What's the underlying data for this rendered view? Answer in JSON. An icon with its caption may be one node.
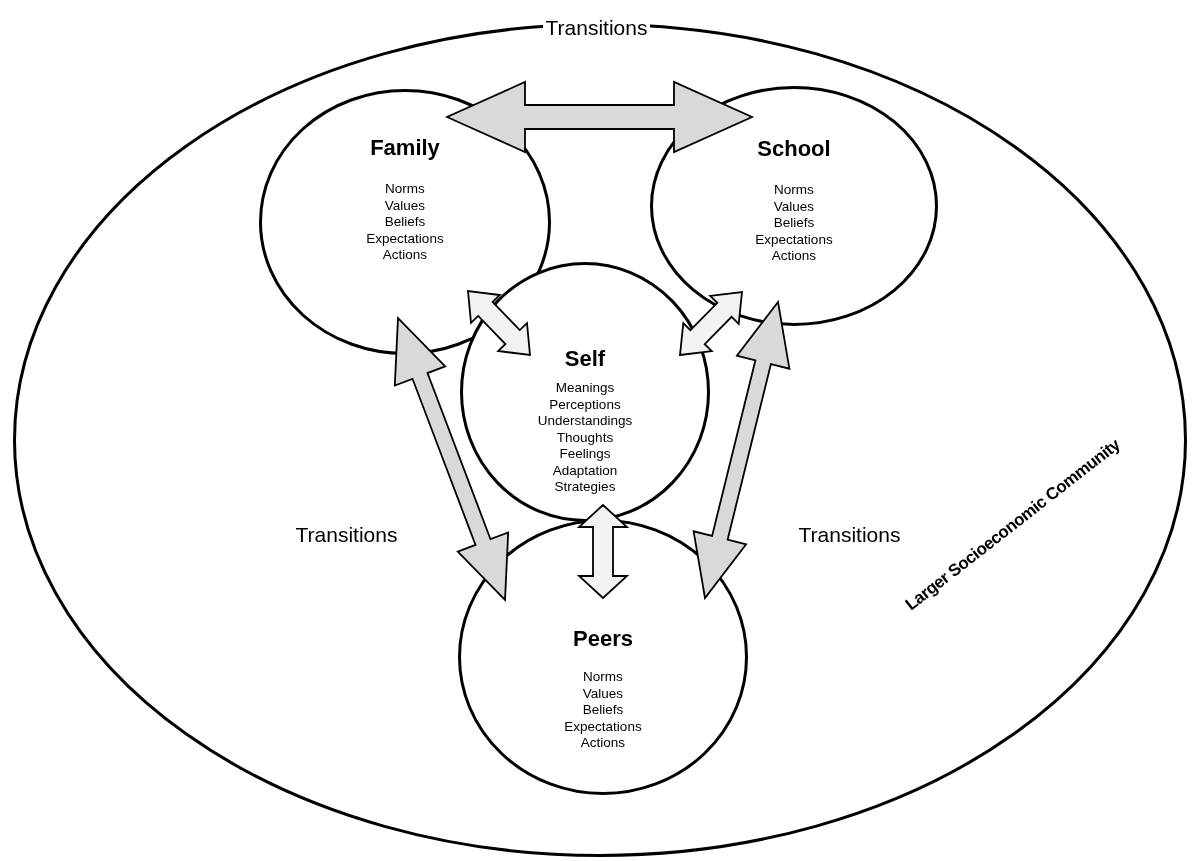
{
  "diagram": {
    "nodes": [
      {
        "text": [
          "Larger Socioeconomic Community"
        ]
      },
      {
        "text": [
          "Family",
          "Norms Values Beliefs Expectations Actions"
        ],
        "in": 0
      },
      {
        "text": [
          "School",
          "Norms Values Beliefs Expectations Actions"
        ],
        "in": 0
      },
      {
        "text": [
          "Self",
          "Meanings Perceptions Understandings Thoughts Feelings Adaptation Strategies"
        ],
        "in": 0
      },
      {
        "text": [
          "Peers",
          "Norms Values Beliefs Expectations Actions"
        ],
        "in": 0
      }
    ],
    "edges": [
      {
        "from": 1,
        "to": 2,
        "arrow": "both",
        "label": "Transitions",
        "color": "#d9d9d9"
      },
      {
        "from": 1,
        "to": 4,
        "arrow": "both",
        "label": "Transitions",
        "color": "#d9d9d9"
      },
      {
        "from": 2,
        "to": 4,
        "arrow": "both",
        "label": "Transitions",
        "color": "#d9d9d9"
      },
      {
        "from": 3,
        "to": 1,
        "arrow": "both",
        "color": "#f2f2f2"
      },
      {
        "from": 3,
        "to": 2,
        "arrow": "both",
        "color": "#f2f2f2"
      },
      {
        "from": 3,
        "to": 4,
        "arrow": "both",
        "color": "#f2f2f2"
      }
    ]
  }
}
